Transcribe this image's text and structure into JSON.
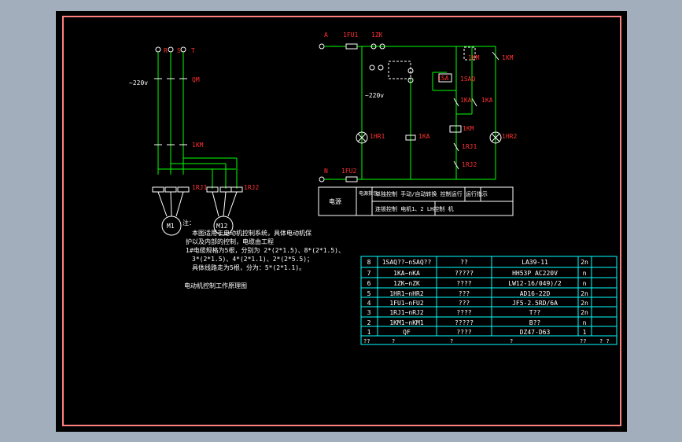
{
  "colors": {
    "background": "#a3aebd",
    "sheet": "#000000",
    "border": "#ff8080",
    "wire": "#00ff00",
    "device": "#ffffff",
    "label_red": "#ff3030",
    "table_cyan": "#00ffff",
    "text_white": "#ffffff"
  },
  "motor_circuit": {
    "phases": [
      "R",
      "S",
      "T"
    ],
    "voltage": "~220v",
    "breaker": "QM",
    "contactor": "1KM",
    "relay1": "1RJ1",
    "relay2": "1RJ2",
    "motor1": "M1",
    "motor2": "M12"
  },
  "control_circuit": {
    "phase_a": "A",
    "fuse1": "1FU1",
    "switch": "1ZK",
    "voltage": "~220v",
    "lamp1": "1HR1",
    "relay": "1KA",
    "pushbutton": "1SAQ",
    "relay_contact": "1KA",
    "relay_contact2": "1KA",
    "contactor_coil": "1KM",
    "thermal1": "1RJ1",
    "thermal2": "1RJ2",
    "contactor_aux": "1KM",
    "lamp2": "1HR2",
    "neutral": "N",
    "fuse2": "1FU2",
    "sa_label": "1SA",
    "km_label": "1KM"
  },
  "function_table": {
    "left_label": "电源",
    "col2": "电源指示",
    "row1": "单独控制 手动/自动转换 控制运行 运行指示",
    "row2": "连锁控制 电机1、2 LH控制 机"
  },
  "notes": {
    "title": "注：",
    "lines": [
      "本图适用于电动机控制系统，具体电动机保",
      "护以及内部的控制，电缆由工程",
      "1#电缆规格为5根，分别为 2*(2*1.5)、8*(2*1.5)、",
      "3*(2*1.5)、4*(2*1.1)、2*(2*5.5)；",
      "具体线路走为5根，分为：5*(2*1.1)。"
    ],
    "caption": "电动机控制工作原理图"
  },
  "parts_table": {
    "rows": [
      {
        "no": "8",
        "code": "1SAQ??~nSAQ??",
        "name": "??",
        "model": "LA39-11",
        "qty": "2n"
      },
      {
        "no": "7",
        "code": "1KA~nKA",
        "name": "?????",
        "model": "HH53P AC220V",
        "qty": "n"
      },
      {
        "no": "6",
        "code": "1ZK~nZK",
        "name": "????",
        "model": "LW12-16/049)/2",
        "qty": "n"
      },
      {
        "no": "5",
        "code": "1HR1~nHR2",
        "name": "???",
        "model": "AD16-22D",
        "qty": "2n"
      },
      {
        "no": "4",
        "code": "1FU1~nFU2",
        "name": "???",
        "model": "JF5-2.5RD/6A",
        "qty": "2n"
      },
      {
        "no": "3",
        "code": "1RJ1~nRJ2",
        "name": "????",
        "model": "T??",
        "qty": "2n"
      },
      {
        "no": "2",
        "code": "1KM1~nKM1",
        "name": "?????",
        "model": "B??",
        "qty": "n"
      },
      {
        "no": "1",
        "code": "QF",
        "name": "????",
        "model": "DZ47-D63",
        "qty": "1"
      }
    ],
    "header": {
      "no": "??",
      "code": "?",
      "name": "?",
      "model": "?",
      "qty": "??",
      "extra": "? ?"
    }
  }
}
